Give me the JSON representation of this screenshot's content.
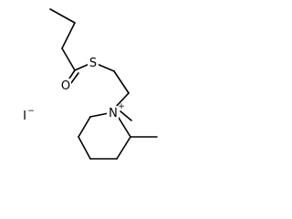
{
  "structure": {
    "atoms": {
      "oxygen": "O",
      "sulfur": "S",
      "nitrogen": "N",
      "nitrogen_charge": "+",
      "iodide": "I",
      "iodide_charge": "−"
    },
    "colors": {
      "bond": "#000000",
      "label": "#000000",
      "background": "#ffffff"
    }
  }
}
